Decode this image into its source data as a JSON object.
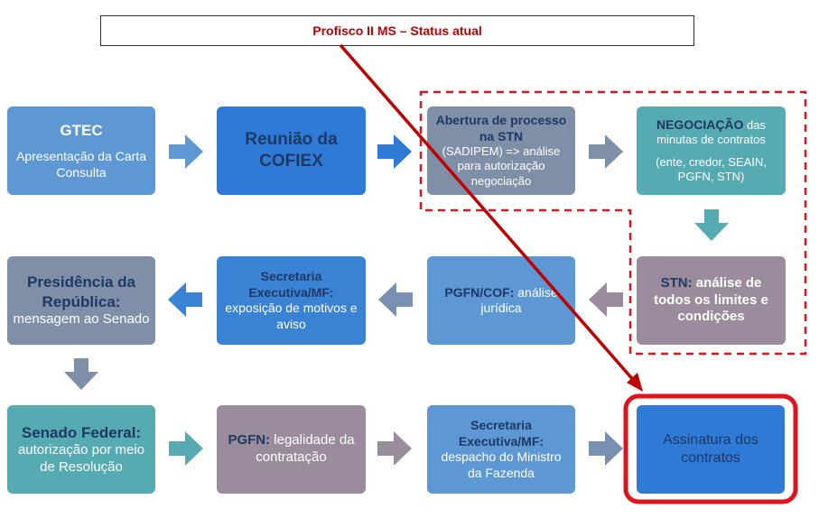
{
  "title": "Profisco II MS – Status atual",
  "row1": {
    "gtec": {
      "head": "GTEC",
      "body": "Apresentação da Carta Consulta"
    },
    "cofiex": {
      "head": "Reunião da COFIEX"
    },
    "stn_abertura": {
      "head": "Abertura de processo na STN",
      "body": "(SADIPEM) => análise para autorização negociação"
    },
    "negociacao": {
      "head": "NEGOCIAÇÃO",
      "head_tail": " das minutas de contratos",
      "body": "(ente, credor, SEAIN, PGFN, STN)"
    }
  },
  "row2": {
    "presidencia": {
      "head": "Presidência da República:",
      "body": "mensagem ao Senado"
    },
    "secretaria": {
      "head": "Secretaria Executiva/MF:",
      "body": "exposição de motivos e aviso"
    },
    "pgfn_cof": {
      "head": "PGFN/COF:",
      "body": " análise jurídica"
    },
    "stn_analise": {
      "head": "STN:",
      "body": " análise de todos os limites e condições"
    }
  },
  "row3": {
    "senado": {
      "head": "Senado Federal:",
      "body": "autorização por meio de Resolução"
    },
    "pgfn": {
      "head": "PGFN:",
      "body": " legalidade da contratação"
    },
    "secretaria_despacho": {
      "head": "Secretaria Executiva/MF:",
      "body": "despacho do Ministro da Fazenda"
    },
    "assinatura": {
      "head": "Assinatura dos contratos"
    }
  },
  "colors": {
    "title_text": "#c00000",
    "highlight": "#e0141e",
    "status_arrow": "#c00000",
    "dashed_border": "#e0141e"
  }
}
